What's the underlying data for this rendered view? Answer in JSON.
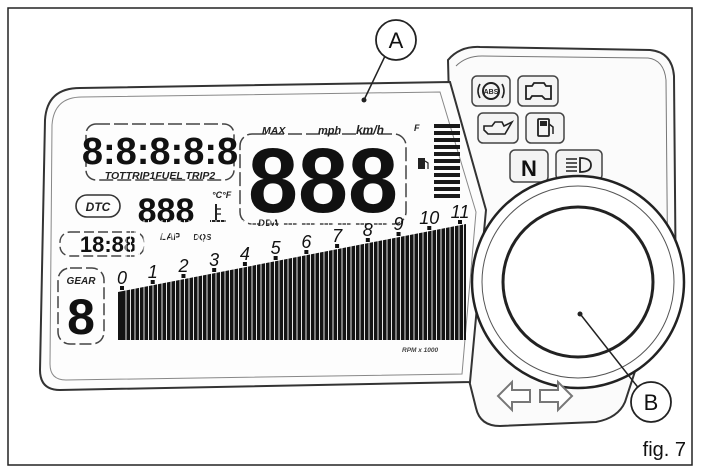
{
  "callouts": {
    "a": "A",
    "b": "B"
  },
  "figure_label": "fig. 7",
  "display": {
    "odometer_digits": "8:8:8:8:8",
    "odometer_modes": "TOTTRIP1FUEL TRIP2",
    "speed_units": {
      "max": "MAX",
      "mph": "mph",
      "kmh": "km/h"
    },
    "speed_digits": "888",
    "dda": "DDA",
    "dtc": "DTC",
    "temp_digits": "888",
    "temp_units": "°C°F",
    "lap": "LAP",
    "dqs": "DQS",
    "clock_digits": "18:88",
    "gear_label": "GEAR",
    "gear_digit": "8",
    "rpm_label": "RPM x 1000",
    "rpm_scale": [
      "0",
      "1",
      "2",
      "3",
      "4",
      "5",
      "6",
      "7",
      "8",
      "9",
      "10",
      "11"
    ],
    "fuel_letter": "F"
  },
  "indicator_panel": {
    "neutral": "N",
    "icons": [
      "abs-warning-icon",
      "engine-check-icon",
      "oil-pressure-icon",
      "fuel-reserve-icon",
      "neutral-icon",
      "high-beam-icon"
    ]
  },
  "switches": [
    "left-arrow-icon",
    "right-arrow-icon"
  ]
}
